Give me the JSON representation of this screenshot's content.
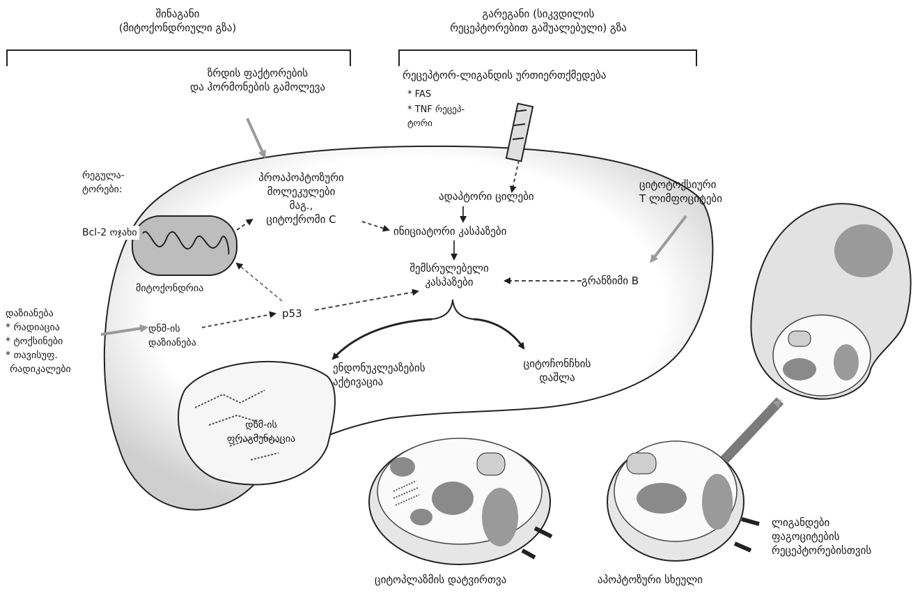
{
  "pathways": {
    "intrinsic": {
      "title_line1": "შინაგანი",
      "title_line2": "(მიტოქონდრიული გზა)",
      "trigger_line1": "ზრდის ფაქტორების",
      "trigger_line2": "და ჰორმონების გამოლევა"
    },
    "extrinsic": {
      "title_line1": "გარეგანი (სიკვდილის",
      "title_line2": "რეცეპტორებით გაშუალებული) გზა",
      "interaction": "რეცეპტორ-ლიგანდის ურთიერთქმედება",
      "receptor_1": "FAS",
      "receptor_2_line1": "TNF რეცეპ-",
      "receptor_2_line2": "ტორი"
    }
  },
  "cell": {
    "regulators_line1": "რეგულა-",
    "regulators_line2": "ტორები:",
    "bcl2": "Bcl-2 ოჯახი",
    "mitochondria": "მიტოქონდრია",
    "proapoptotic_line1": "პროაპოპტოზური",
    "proapoptotic_line2": "მოლეკულები",
    "proapoptotic_line3": "მაგ.,",
    "proapoptotic_line4": "ციტოქრომი C",
    "adapter_proteins": "ადაპტორი ცილები",
    "initiator_caspases": "ინიციატორი კასპაზები",
    "executioner_line1": "შემსრულებელი",
    "executioner_line2": "კასპაზები",
    "granzyme": "გრანზიმი B",
    "p53": "p53",
    "dna_damage_line1": "დნმ-ის",
    "dna_damage_line2": "დაზიანება",
    "endonuclease_line1": "ენდონუკლეაზების",
    "endonuclease_line2": "აქტივაცია",
    "cytoskeleton_line1": "ციტოჩონჩხის",
    "cytoskeleton_line2": "დაშლა",
    "dna_fragmentation_line1": "დნმ-ის",
    "dna_fragmentation_line2": "ფრაგმენტაცია"
  },
  "injury": {
    "title": "დაზიანება",
    "item_1": "* რადიაცია",
    "item_2": "* ტოქსინები",
    "item_3": "* თავისუფ.",
    "item_4": "რადიკალები"
  },
  "ctl": {
    "line1": "ციტოტოქსიური",
    "line2": "T ლიმფოციტები"
  },
  "bottom": {
    "membrane_blebs": "ციტოპლაზმის დატვირთვა",
    "apoptotic_body": "აპოპტოზური სხეული",
    "ligands_line1": "ლიგანდები",
    "ligands_line2": "ფაგოციტების",
    "ligands_line3": "რეცეპტორებისთვის"
  }
}
